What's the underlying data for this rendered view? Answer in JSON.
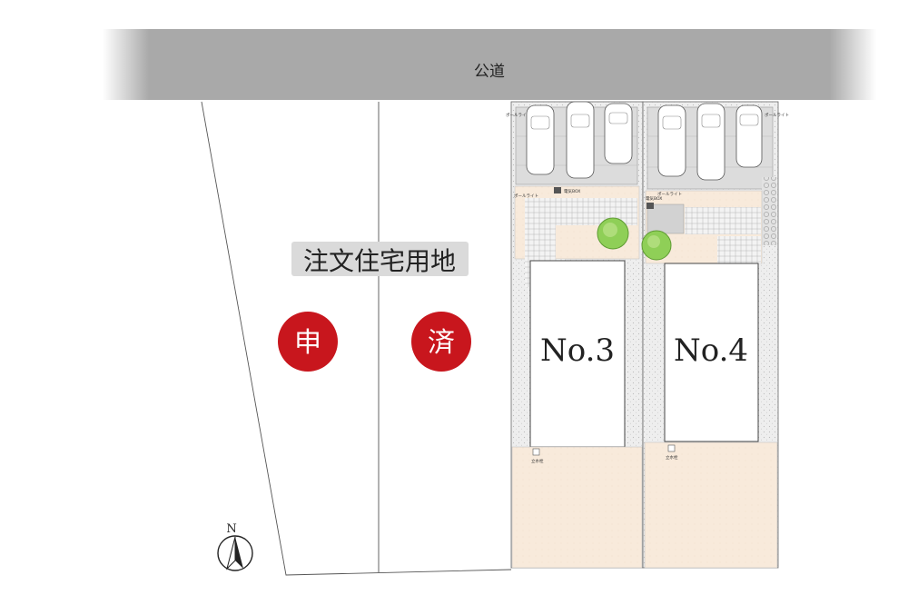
{
  "road": {
    "label": "公道"
  },
  "land": {
    "tag": "注文住宅用地"
  },
  "badges": {
    "left": "申",
    "right": "済"
  },
  "lots": {
    "no3": {
      "label": "No.3"
    },
    "no4": {
      "label": "No.4"
    }
  },
  "small_labels": {
    "pole_light": "ポールライト",
    "meter_box": "電気BOX",
    "water_tap": "立水栓"
  },
  "compass": {
    "north": "N"
  },
  "colors": {
    "road": "#a9a9a9",
    "yard": "#f8eadb",
    "gravel": "#e9e9e9",
    "badge": "#c8161d",
    "tag_bg": "#dadada",
    "tree": "#8fcf57"
  }
}
